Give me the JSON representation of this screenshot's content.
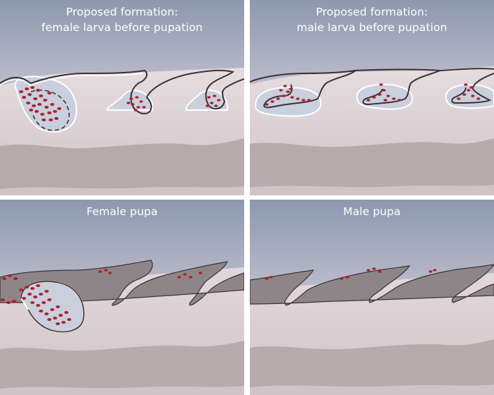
{
  "panels": [
    {
      "id": "female-larva",
      "title_lines": [
        "Proposed formation:",
        "female larva before pupation"
      ]
    },
    {
      "id": "male-larva",
      "title_lines": [
        "Proposed formation:",
        "male larva before pupation"
      ]
    },
    {
      "id": "female-pupa",
      "title_lines": [
        "Female pupa"
      ]
    },
    {
      "id": "male-pupa",
      "title_lines": [
        "Male pupa"
      ]
    }
  ],
  "colors": {
    "sky_top": "#8d98ae",
    "sky_bottom": "#e6e1e6",
    "epidermis": "#ece2e6",
    "tissue": "#b7aeb0",
    "outline": "#3a3235",
    "pocket": "#c9cfdc",
    "pocket_edge": "#ffffff",
    "cells": "#b11f29",
    "pupa_cuticle": "#8d8587"
  }
}
